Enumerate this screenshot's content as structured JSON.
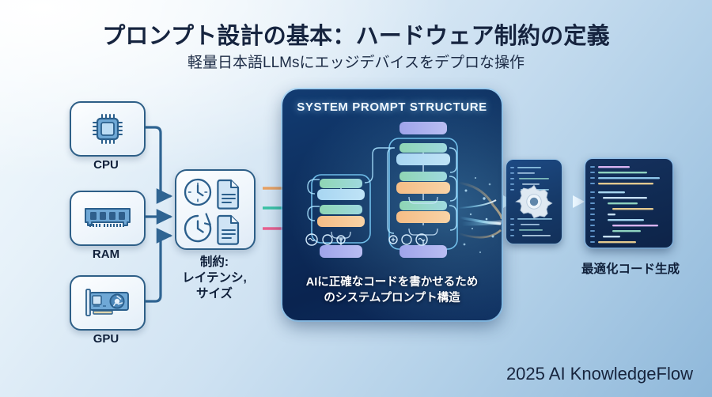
{
  "header": {
    "title": "プロンプト設計の基本：ハードウェア制約の定義",
    "subtitle": "軽量日本語LLMsにエッジデバイスをデプロな操作"
  },
  "footer": {
    "text": "2025 AI KnowledgeFlow"
  },
  "hardware": {
    "items": [
      {
        "label": "CPU",
        "icon": "cpu-chip-icon"
      },
      {
        "label": "RAM",
        "icon": "memory-module-icon"
      },
      {
        "label": "GPU",
        "icon": "graphics-card-icon"
      }
    ]
  },
  "constraints": {
    "label": "制約:\nレイテンシ,\nサイズ",
    "label_line1": "制約:",
    "label_line2": "レイテンシ,",
    "label_line3": "サイズ",
    "icons": [
      "clock-icon",
      "document-icon",
      "history-clock-icon",
      "document-icon"
    ]
  },
  "center_panel": {
    "title": "SYSTEM PROMPT STRUCTURE",
    "caption_line1": "AIに正確なコードを書かせるため",
    "caption_line2": "のシステムプロンプト構造"
  },
  "output": {
    "label": "最適化コード生成",
    "gear_icon": "gear-icon"
  },
  "flow_arrows": [
    {
      "name": "latency-arrow",
      "color": "#e8a264"
    },
    {
      "name": "throughput-arrow",
      "color": "#3bc2a6"
    },
    {
      "name": "size-arrow",
      "color": "#e8618f"
    }
  ],
  "colors": {
    "panel_bg": "#0d2d5c",
    "connector": "#2f6492",
    "card_border": "#2e5f87",
    "text_dark": "#10203a",
    "accent_glow": "#78d7ff"
  }
}
